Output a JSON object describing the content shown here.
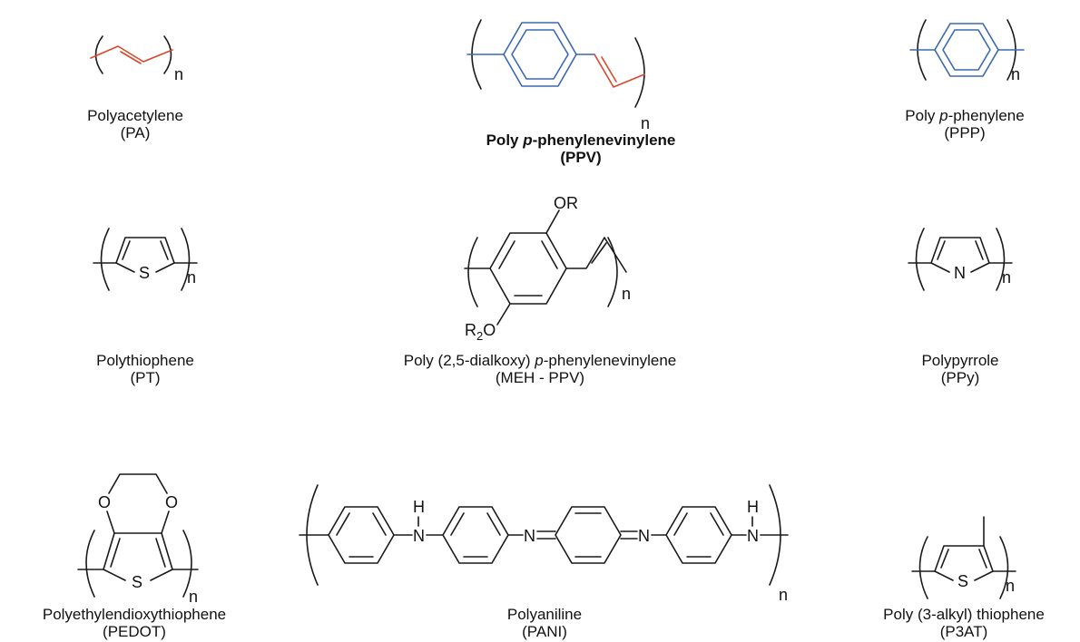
{
  "compounds": [
    {
      "id": "pa",
      "name_parts": [
        "Polyacetylene"
      ],
      "abbr": "(PA)",
      "bold": false
    },
    {
      "id": "ppv",
      "name_parts": [
        "Poly ",
        "p",
        "-phenylenevinylene"
      ],
      "abbr": "(PPV)",
      "bold": true
    },
    {
      "id": "ppp",
      "name_parts": [
        "Poly ",
        "p",
        "-phenylene"
      ],
      "abbr": "(PPP)",
      "bold": false
    },
    {
      "id": "pt",
      "name_parts": [
        "Polythiophene"
      ],
      "abbr": "(PT)",
      "bold": false
    },
    {
      "id": "mehppv",
      "name_parts": [
        "Poly (2,5-dialkoxy) ",
        "p",
        "-phenylenevinylene"
      ],
      "abbr": "(MEH - PPV)",
      "bold": false
    },
    {
      "id": "ppy",
      "name_parts": [
        "Polypyrrole"
      ],
      "abbr": "(PPy)",
      "bold": false
    },
    {
      "id": "pedot",
      "name_parts": [
        "Polyethylendioxythiophene"
      ],
      "abbr": "(PEDOT)",
      "bold": false
    },
    {
      "id": "pani",
      "name_parts": [
        "Polyaniline"
      ],
      "abbr": "(PANI)",
      "bold": false
    },
    {
      "id": "p3at",
      "name_parts": [
        "Poly (3-alkyl) thiophene"
      ],
      "abbr": "(P3AT)",
      "bold": false
    }
  ],
  "atoms": {
    "n": "n",
    "S": "S",
    "N": "N",
    "O": "O",
    "H": "H",
    "OR": "OR",
    "R2O_R": "R",
    "R2O_2": "2",
    "R2O_O": "O"
  },
  "colors": {
    "ring_blue": "#3a68b3",
    "vinyl_red": "#d9472b",
    "bond_black": "#1a1a1a"
  }
}
